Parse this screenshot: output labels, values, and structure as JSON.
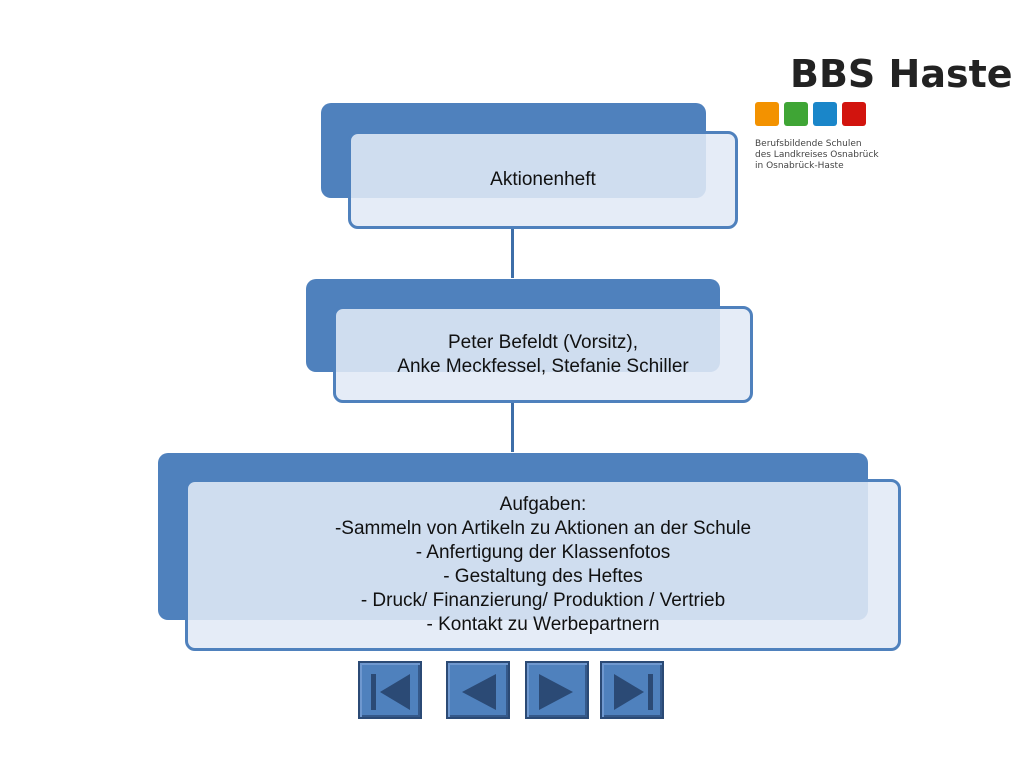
{
  "logo": {
    "title": "BBS Haste",
    "subtitle_lines": [
      "Berufsbildende Schulen",
      "des Landkreises Osnabrück",
      "in Osnabrück-Haste"
    ],
    "square_colors": [
      "#f39200",
      "#3fa535",
      "#1a86c9",
      "#d2140e"
    ]
  },
  "diagram": {
    "box1": {
      "text": "Aktionenheft"
    },
    "box2": {
      "lines": [
        "Peter Befeldt (Vorsitz),",
        "Anke Meckfessel, Stefanie Schiller"
      ]
    },
    "box3": {
      "lines": [
        "Aufgaben:",
        "-Sammeln von Artikeln zu Aktionen an der Schule",
        "- Anfertigung der Klassenfotos",
        "- Gestaltung des Heftes",
        "- Druck/ Finanzierung/ Produktion / Vertrieb",
        "- Kontakt zu Werbepartnern"
      ]
    }
  },
  "colors": {
    "accent": "#4f81bd",
    "box_fill": "#e1e9f6",
    "button_border": "#2b4a75"
  },
  "nav": {
    "buttons": [
      {
        "icon": "first-slide-icon"
      },
      {
        "icon": "previous-slide-icon"
      },
      {
        "icon": "next-slide-icon"
      },
      {
        "icon": "last-slide-icon"
      }
    ]
  }
}
